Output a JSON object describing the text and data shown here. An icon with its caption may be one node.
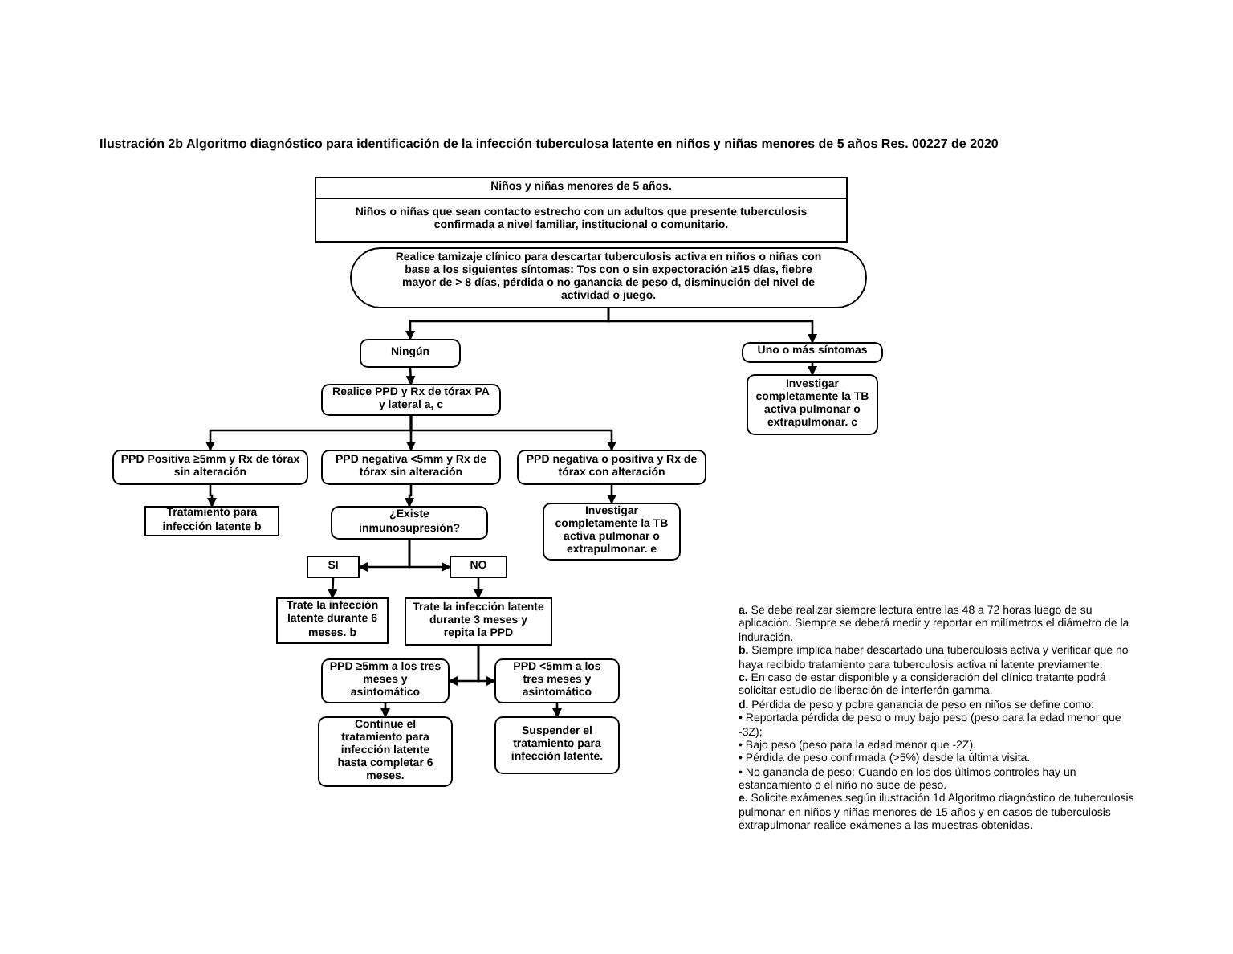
{
  "diagram": {
    "title": "Ilustración 2b Algoritmo diagnóstico para identificación de la infección tuberculosa latente en niños y niñas menores de 5 años Res. 00227 de 2020",
    "nodes": [
      {
        "text": [
          "Niños y niñas menores de 5 años.",
          "Niños o niñas que sean contacto estrecho con un adultos que presente tuberculosis confirmada a nivel familiar, institucional o comunitario."
        ]
      },
      {
        "text": [
          "Realice tamizaje clínico para descartar tuberculosis activa en niños o niñas con base a los siguientes síntomas: Tos con o sin expectoración ≥15 días,  fiebre mayor de > 8 días, pérdida o no ganancia de peso d, disminución del nivel de actividad o juego."
        ]
      },
      {
        "text": [
          "Ningún"
        ]
      },
      {
        "text": [
          "Uno o más síntomas"
        ]
      },
      {
        "text": [
          "Investigar completamente la TB activa pulmonar o extrapulmonar. c"
        ]
      },
      {
        "text": [
          "Realice PPD y Rx de tórax PA y lateral a, c"
        ]
      },
      {
        "text": [
          "PPD Positiva ≥5mm y Rx de tórax sin alteración"
        ]
      },
      {
        "text": [
          "PPD negativa <5mm y Rx de tórax sin alteración"
        ]
      },
      {
        "text": [
          "PPD negativa o positiva y Rx de tórax con alteración"
        ]
      },
      {
        "text": [
          "Tratamiento para infección latente b"
        ]
      },
      {
        "text": [
          "¿Existe inmunosupresión?"
        ]
      },
      {
        "text": [
          "Investigar completamente la TB activa pulmonar o extrapulmonar. e"
        ]
      },
      {
        "text": [
          "SI"
        ]
      },
      {
        "text": [
          "NO"
        ]
      },
      {
        "text": [
          "Trate la infección latente durante 6 meses.  b"
        ]
      },
      {
        "text": [
          "Trate la infección latente durante 3 meses y repita la PPD"
        ]
      },
      {
        "text": [
          "PPD ≥5mm a los tres meses y asintomático"
        ]
      },
      {
        "text": [
          "PPD <5mm a los tres meses y asintomático"
        ]
      },
      {
        "text": [
          "Continue el tratamiento para infección latente hasta completar 6 meses."
        ]
      },
      {
        "text": [
          "Suspender el tratamiento para infección latente."
        ]
      }
    ],
    "edges": [
      {
        "from": 1,
        "to": 2,
        "arrow": "to"
      },
      {
        "from": 1,
        "to": 3,
        "arrow": "to"
      },
      {
        "from": 3,
        "to": 4,
        "arrow": "to"
      },
      {
        "from": 2,
        "to": 5,
        "arrow": "to"
      },
      {
        "from": 5,
        "to": 6,
        "arrow": "to"
      },
      {
        "from": 5,
        "to": 7,
        "arrow": "to"
      },
      {
        "from": 5,
        "to": 8,
        "arrow": "to"
      },
      {
        "from": 6,
        "to": 9,
        "arrow": "to"
      },
      {
        "from": 7,
        "to": 10,
        "arrow": "to"
      },
      {
        "from": 8,
        "to": 11,
        "arrow": "to"
      },
      {
        "from": 10,
        "to": 12,
        "arrow": "to"
      },
      {
        "from": 10,
        "to": 13,
        "arrow": "to"
      },
      {
        "from": 12,
        "to": 14,
        "arrow": "to"
      },
      {
        "from": 13,
        "to": 15,
        "arrow": "to"
      },
      {
        "from": 15,
        "to": 16,
        "arrow": "to"
      },
      {
        "from": 15,
        "to": 17,
        "arrow": "to"
      },
      {
        "from": 16,
        "to": 18,
        "arrow": "to"
      },
      {
        "from": 17,
        "to": 19,
        "arrow": "to"
      }
    ],
    "labels": [
      "**a.** Se debe realizar siempre lectura entre las 48 a 72 horas luego de su aplicación. Siempre se deberá medir y reportar en milímetros el diámetro de la induración.",
      "**b.** Siempre implica haber descartado una tuberculosis activa y verificar que no haya recibido tratamiento para tuberculosis activa ni latente previamente.",
      "**c.** En caso de estar disponible y a consideración del clínico tratante podrá solicitar estudio de liberación de interferón gamma.",
      "**d.** Pérdida de peso y pobre ganancia de peso en niños se define como:",
      "• Reportada pérdida de peso o muy bajo peso (peso para la edad menor que -3Z);",
      "• Bajo peso (peso para la edad menor que -2Z).",
      "• Pérdida de peso confirmada (>5%) desde la última visita.",
      "• No ganancia de peso: Cuando en los dos últimos controles hay un estancamiento o el niño no sube de peso.",
      "**e.** Solicite exámenes según ilustración 1d Algoritmo diagnóstico de tuberculosis pulmonar en niños y niñas menores de 15 años y en casos de tuberculosis extrapulmonar realice exámenes a las muestras obtenidas."
    ]
  }
}
